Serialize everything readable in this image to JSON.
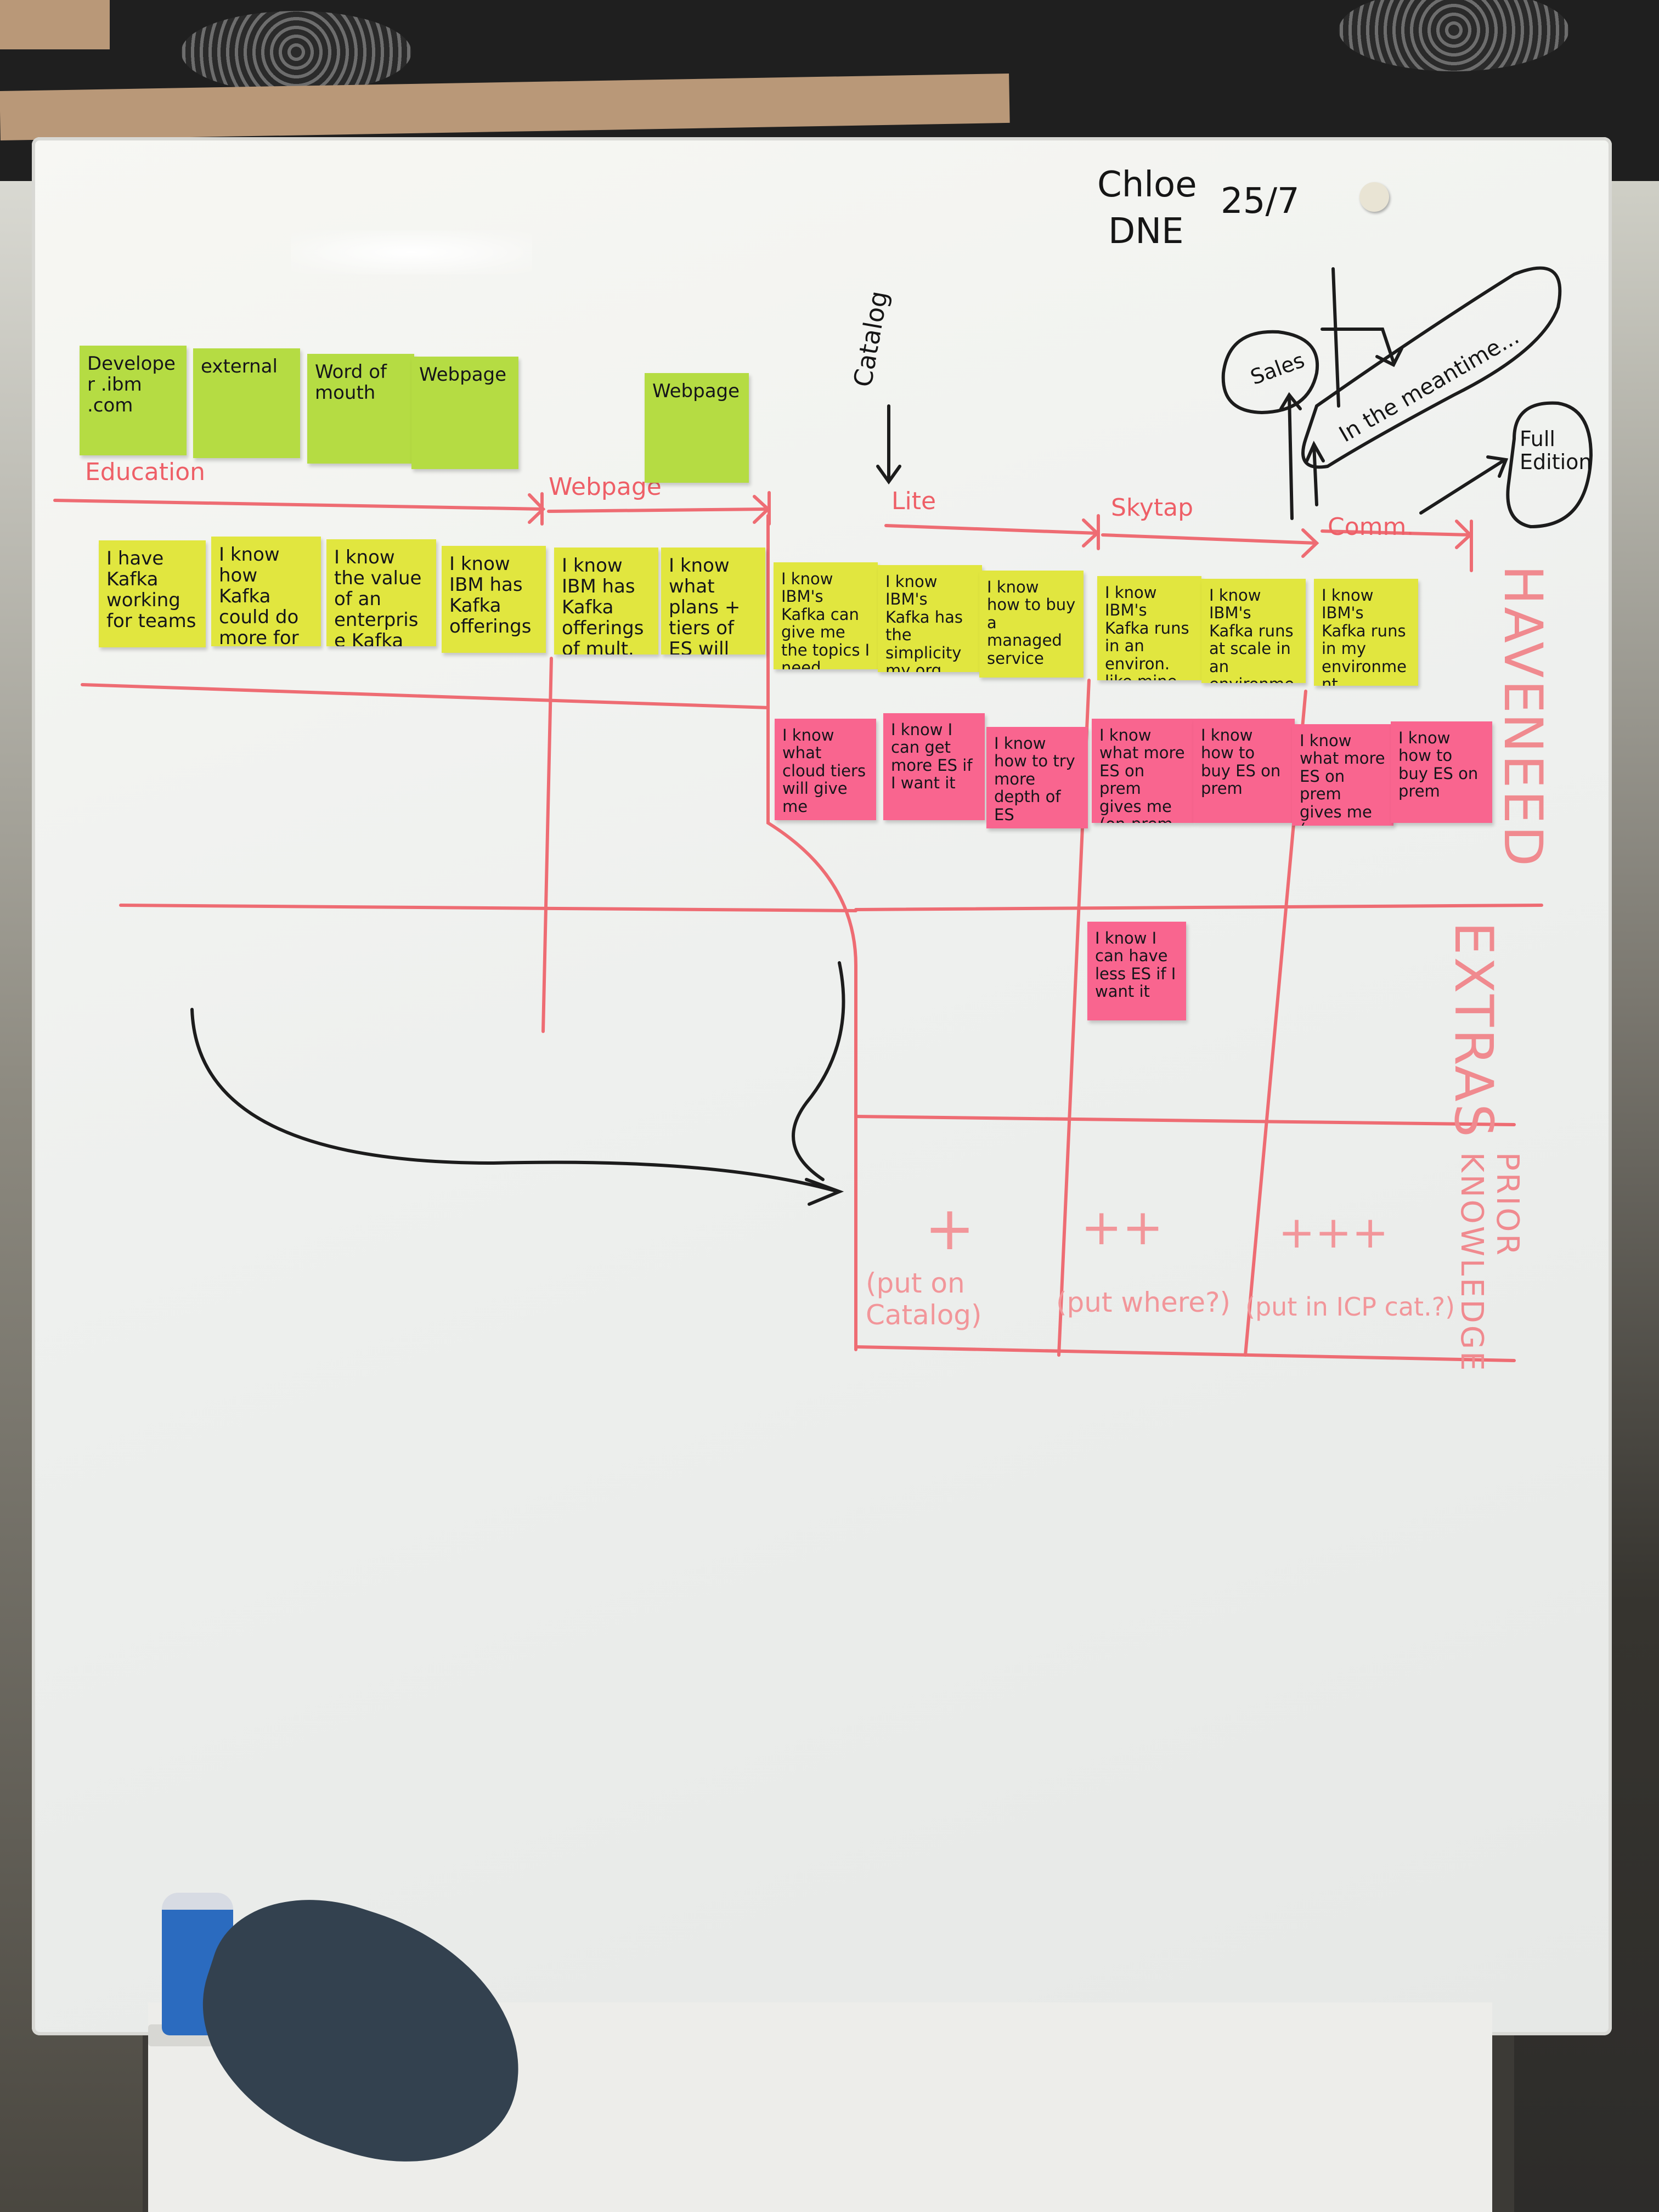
{
  "header": {
    "name": "Chloe",
    "code": "DNE",
    "date": "25/7"
  },
  "stages": {
    "education": "Education",
    "webpage": "Webpage",
    "catalog": "Catalog",
    "lite": "Lite",
    "skytap": "Skytap",
    "comm": "Comm."
  },
  "rows": {
    "have": "HAVE",
    "need": "NEED",
    "extras": "EXTRAS",
    "prior": "PRIOR KNOWLEDGE?"
  },
  "channels": [
    "Developer .ibm .com",
    "external",
    "Word of mouth",
    "Webpage",
    "Webpage"
  ],
  "have_notes": [
    "I have Kafka working for teams",
    "I know how Kafka could do more for us",
    "I know the value of an enterprise Kafka",
    "I know IBM has Kafka offerings",
    "I know IBM has Kafka offerings of mult. flavors",
    "I know what plans + tiers of ES will get me",
    "I know IBM's Kafka can give me the topics I need",
    "I know IBM's Kafka has the simplicity my org needs",
    "I know how to buy a managed service",
    "I know IBM's Kafka runs in an environ. like mine",
    "I know IBM's Kafka runs at scale in an environment like mine",
    "I know IBM's Kafka runs in my environment"
  ],
  "need_notes": [
    "I know what cloud tiers will give me",
    "I know I can get more ES if I want it",
    "I know how to try more depth of ES",
    "I know what more ES on prem gives me (on-prem plans)",
    "I know how to buy ES on prem",
    "I know what more ES on prem gives me (on prem plans)",
    "I know how to buy ES on prem"
  ],
  "extras_notes": [
    "I know I can have less ES if I want it"
  ],
  "prior_knowledge": [
    {
      "mark": "+",
      "text": "(put on Catalog)"
    },
    {
      "mark": "++",
      "text": "(put where?)"
    },
    {
      "mark": "+++",
      "text": "(put in ICP cat.?)"
    }
  ],
  "diagram": {
    "sales": "Sales",
    "meantime": "In the meantime...",
    "full": "Full Edition"
  },
  "colors": {
    "sticky_green": "#b5dc43",
    "sticky_yellow": "#e1e63f",
    "sticky_pink": "#f9658f",
    "marker_red": "#ee5f67",
    "marker_black": "#151515",
    "board": "#f3f4f1"
  }
}
